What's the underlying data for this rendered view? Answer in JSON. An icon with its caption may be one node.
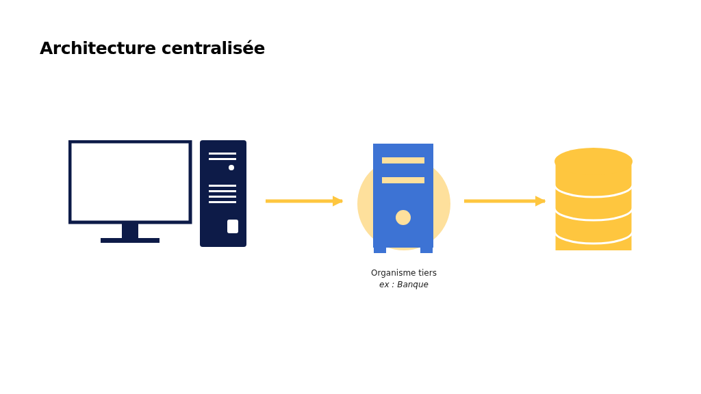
{
  "diagram": {
    "title": "Architecture centralisée",
    "nodes": [
      {
        "text": [],
        "shape": "computer"
      },
      {
        "text": [],
        "shape": "server",
        "beside": [
          "Organisme tiers",
          "ex : Banque"
        ]
      },
      {
        "text": [],
        "shape": "cylinder"
      }
    ],
    "edges": [
      {
        "from": 0,
        "to": 1,
        "arrow": "to"
      },
      {
        "from": 1,
        "to": 2,
        "arrow": "to"
      }
    ]
  }
}
